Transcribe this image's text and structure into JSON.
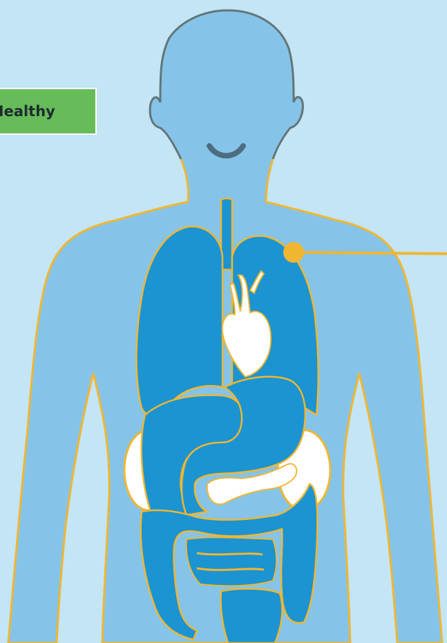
{
  "status_label": "Healthy",
  "icons": [
    "human-body-illustration",
    "lungs-icon",
    "heart-icon",
    "stomach-icon",
    "liver-icon",
    "pancreas-icon",
    "intestines-icon",
    "callout-marker"
  ],
  "colors": {
    "background": "#c3e5f5",
    "body": "#85c4e8",
    "organ": "#1b94d1",
    "outline": "#f1b631",
    "label_bg": "#66bc59",
    "white_organ": "#ffffff",
    "mouth": "#4c6e80"
  }
}
